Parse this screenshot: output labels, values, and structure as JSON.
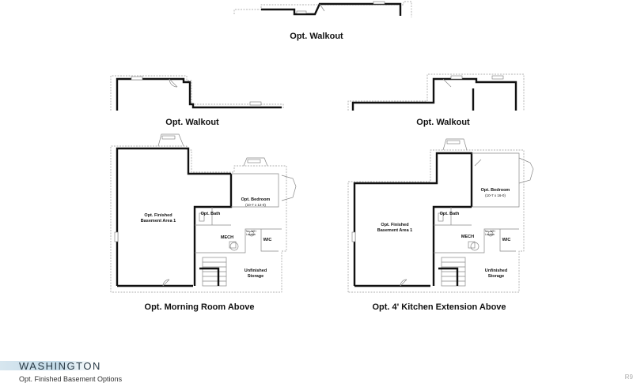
{
  "labels": {
    "walkout_top": "Opt. Walkout",
    "walkout_left": "Opt. Walkout",
    "walkout_right": "Opt. Walkout",
    "plan_left_caption": "Opt. Morning Room Above",
    "plan_right_caption": "Opt. 4' Kitchen Extension Above"
  },
  "plan_left": {
    "basement_line1": "Opt. Finished",
    "basement_line2": "Basement Area 1",
    "bedroom": "Opt. Bedroom",
    "bedroom_dim": "(10-7 x 12-0)",
    "bath": "Opt. Bath",
    "mech": "MECH",
    "wic": "WIC",
    "storage_line1": "Unfinished",
    "storage_line2": "Storage",
    "wh_line1": "Tan. W/H",
    "wh_line2": "Location"
  },
  "plan_right": {
    "basement_line1": "Opt. Finished",
    "basement_line2": "Basement Area 1",
    "bedroom": "Opt. Bedroom",
    "bedroom_dim": "(10-7 x 16-0)",
    "bath": "Opt. Bath",
    "mech": "MECH",
    "wic": "WIC",
    "storage_line1": "Unfinished",
    "storage_line2": "Storage",
    "wh_line1": "Tan. W/H",
    "wh_line2": "Location"
  },
  "footer": {
    "brand": "WASHINGTON",
    "subtitle": "Opt. Finished Basement Options",
    "code": "R9"
  }
}
